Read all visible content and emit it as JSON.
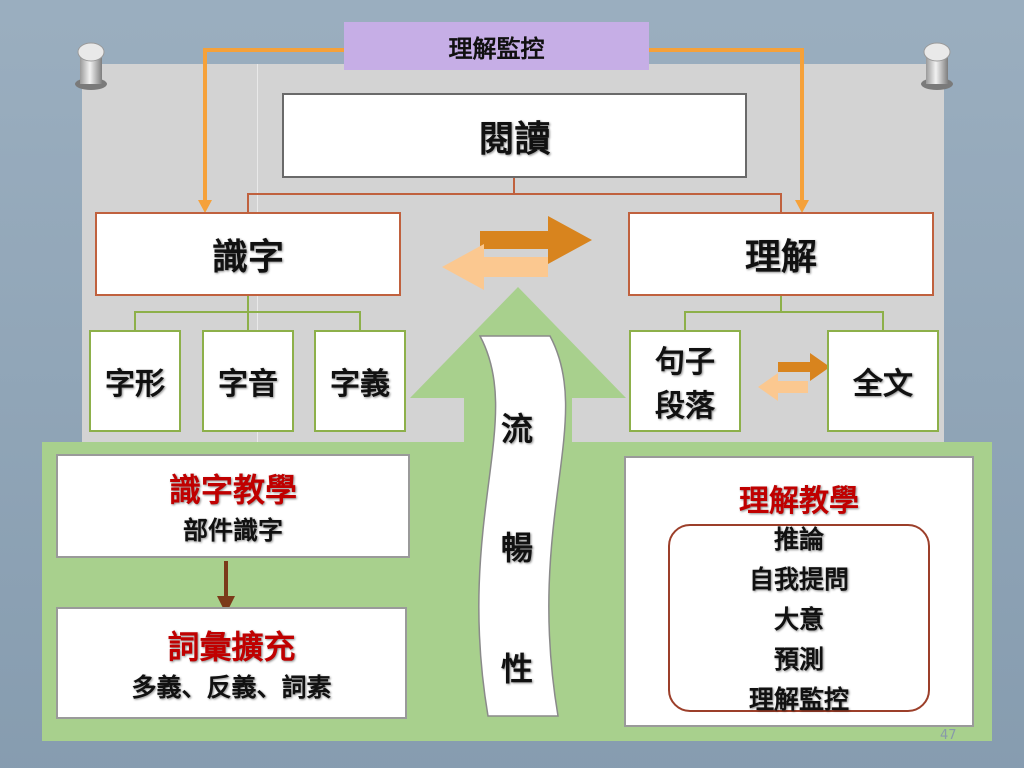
{
  "top_label": "理解監控",
  "reading": "閱讀",
  "word_recognition": "識字",
  "comprehension": "理解",
  "sub_word": [
    "字形",
    "字音",
    "字義"
  ],
  "sub_comp": {
    "sentence_line1": "句子",
    "sentence_line2": "段落",
    "whole": "全文"
  },
  "fluency": [
    "流",
    "暢",
    "性"
  ],
  "word_teaching": {
    "title": "識字教學",
    "body": "部件識字"
  },
  "vocab": {
    "title": "詞彙擴充",
    "body": "多義、反義、詞素"
  },
  "comp_teaching": {
    "title": "理解教學",
    "items": [
      "推論",
      "自我提問",
      "大意",
      "預測",
      "理解監控"
    ]
  },
  "page_number": "47",
  "colors": {
    "orange_arrow": "#f5a13a",
    "dark_orange_arrow": "#d8841e",
    "light_orange_arrow": "#fbc890",
    "red_text": "#c00000",
    "green_panel": "#a8d08d"
  }
}
